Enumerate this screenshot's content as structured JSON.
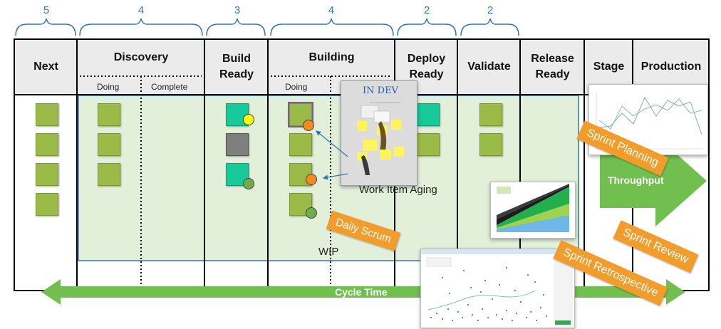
{
  "wip_limits": [
    {
      "column": "Next",
      "limit": "5"
    },
    {
      "column": "Discovery",
      "limit": "4"
    },
    {
      "column": "Build Ready",
      "limit": "3"
    },
    {
      "column": "Building",
      "limit": "4"
    },
    {
      "column": "Deploy Ready",
      "limit": "2"
    },
    {
      "column": "Validate",
      "limit": "2"
    }
  ],
  "columns": [
    {
      "id": "next",
      "label": "Next"
    },
    {
      "id": "discovery",
      "label": "Discovery"
    },
    {
      "id": "build-ready",
      "label": "Build\nReady"
    },
    {
      "id": "building",
      "label": "Building"
    },
    {
      "id": "deploy-ready",
      "label": "Deploy\nReady"
    },
    {
      "id": "validate",
      "label": "Validate"
    },
    {
      "id": "release-ready",
      "label": "Release\nReady"
    },
    {
      "id": "stage",
      "label": "Stage"
    },
    {
      "id": "production",
      "label": "Production"
    }
  ],
  "sub_columns": {
    "discovery_doing": "Doing",
    "discovery_complete": "Complete",
    "building_doing": "Doing"
  },
  "photo_caption": "IN DEV",
  "labels": {
    "work_item_aging": "Work Item Aging",
    "daily_scrum": "Daily Scrum",
    "wip": "WIP",
    "cycle_time": "Cycle Time",
    "throughput": "Throughput",
    "sprint_planning": "Sprint Planning",
    "sprint_review": "Sprint Review",
    "sprint_retrospective": "Sprint Retrospective"
  },
  "colors": {
    "wip_brace": "#2e75b6",
    "header_bg": "#ebebeb",
    "wip_area": "#e2efd9",
    "note_green": "#9bbb48",
    "note_teal": "#18c99a",
    "note_gray": "#7f7f7f",
    "arrow_green": "#70bf4f",
    "label_orange": "#f29c2b"
  }
}
